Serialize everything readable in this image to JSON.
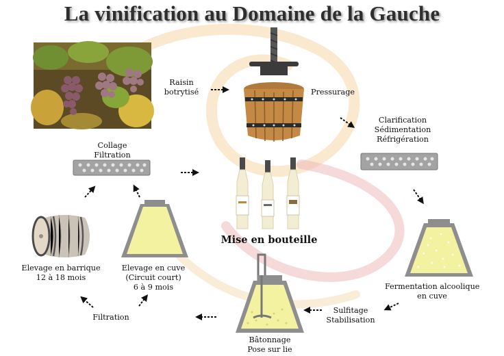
{
  "title": "La vinification au Domaine de la Gauche",
  "labels": {
    "raisin": [
      "Raisin",
      "botrytisé"
    ],
    "pressurage": "Pressurage",
    "clarification": [
      "Clarification",
      "Sédimentation",
      "Réfrigération"
    ],
    "fermentation": [
      "Fermentation alcoolique",
      "en cuve"
    ],
    "sulfitage": [
      "Sulfitage",
      "Stabilisation"
    ],
    "batonnage": [
      "Bâtonnage",
      "Pose sur lie"
    ],
    "filtration": "Filtration",
    "elevage_barrique": [
      "Elevage en barrique",
      "12 à 18 mois"
    ],
    "elevage_cuve": [
      "Elevage en cuve",
      "(Circuit court)",
      "6 à 9 mois"
    ],
    "collage": [
      "Collage",
      "Filtration"
    ],
    "mise_en_bouteille": "Mise en bouteille"
  },
  "colors": {
    "must": "#f3f2a0",
    "steel": "#9a9a9a",
    "swirl_orange": "#f3cf9a",
    "swirl_red": "#e9a4a4",
    "text": "#111111"
  }
}
